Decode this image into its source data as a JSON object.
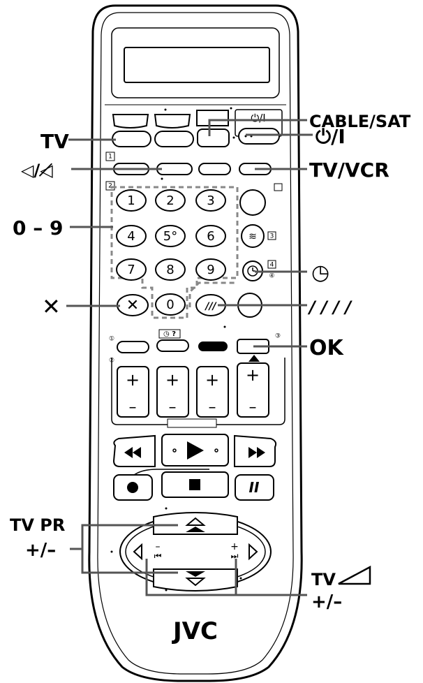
{
  "brand": "JVC",
  "callouts": {
    "tv": "TV",
    "mute": "◁/◁̸",
    "digits": "0 – 9",
    "cancel": "✕",
    "cable_sat": "CABLE/SAT",
    "power": "⏻/I",
    "tv_vcr": "TV/VCR",
    "timer": "◷",
    "slash": "/ / / /",
    "ok": "OK",
    "tv_pr": "TV PR",
    "tv_pr_pm": "+/–",
    "tv_vol": "TV",
    "tv_vol_pm": "+/–"
  },
  "remote": {
    "power_label": "⏻/I",
    "digits": [
      "1",
      "2",
      "3",
      "4",
      "5°",
      "6",
      "7",
      "8",
      "9",
      "0"
    ],
    "small_labels": [
      "1",
      "2",
      "3",
      "4",
      "①",
      "②",
      "③",
      "④"
    ],
    "plus": "+",
    "minus": "–",
    "ok_icons": "◷ ?"
  },
  "colors": {
    "outline": "#000000",
    "leader": "#555555",
    "dash": "#888888"
  }
}
